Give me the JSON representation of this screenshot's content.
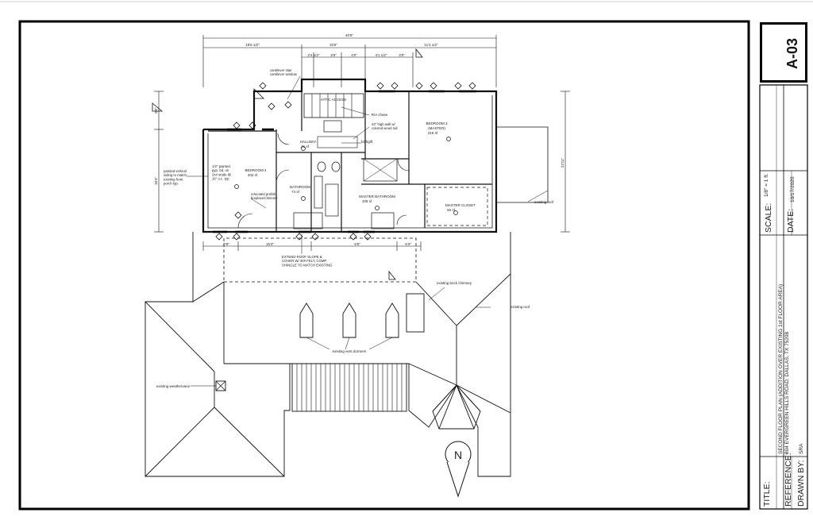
{
  "sheet": {
    "number": "A-03"
  },
  "title_block": {
    "title_label": "TITLE:",
    "title_value": "SECOND FLOOR PLAN (ADDITION OVER EXISTING 1st FLOOR AREA)",
    "reference_label": "REFERENCE:",
    "reference_value": "804 EVERGREEN HILLS ROAD, DALLAS, TX 75208",
    "drawn_by_label": "DRAWN BY:",
    "drawn_by_value": "SRA",
    "scale_label": "SCALE:",
    "scale_value": "1/8\" = 1 ft.",
    "date_label": "DATE:",
    "date_value": "10/17/2020"
  },
  "plan": {
    "overall_width": "40'6\"",
    "dim_left": "18'6 1/2\"",
    "dim_mid": "10'6\"",
    "dim_right": "11'4 1/2\"",
    "dim_a": "2'4 1/2\"",
    "dim_b": "3'6\"",
    "dim_c": "4'0\"",
    "dim_d": "4'1 1/2\"",
    "dim_e": "3'0\"",
    "dim_side_right": "22'11\"",
    "dim_side_left": "18'4\"",
    "dim_side_top": "6'0\"",
    "dim_bottom_1": "7'8\"",
    "dim_bottom_2": "15'4\"",
    "dim_bottom_3": "5'6\"",
    "dim_bottom_4": "5'3\"",
    "note_stair": "cantilever stair\ncantilever window",
    "note_attic": "ATTIC ACCESS",
    "note_chase": "R/A chase",
    "note_wall": "42\" high wall w/\ncolored wood rail",
    "note_laundry": "fold/gift",
    "bedroom3_name": "BEDROOM 3",
    "bedroom3_sub": "(MASTER)",
    "bedroom3_area": "218 sf",
    "hallway_name": "HALLWAY",
    "hallway_area": "41 sf",
    "bedroom4_name": "BEDROOM 4",
    "bedroom4_area": "202 sf",
    "bathroom_name": "BATHROOM",
    "bathroom_area": "74 sf",
    "master_bath_name": "MASTER BATHROOM",
    "master_bath_area": "109 sf",
    "master_closet_name": "MASTER CLOSET",
    "master_closet_area": "60 sf",
    "note_siding_left": "painted vertical\nsiding to match\nexisting front\nporch typ.",
    "note_wall_section": "1/2\" painted\ngyp. bd. on\n2x4 studs @\n16\" o.c. typ.",
    "note_relocated": "relocated prefab\nfireplace/chimney",
    "note_existing_roof_right": "existing roof",
    "note_extend_roof": "EXTEND ROOF SLOPE &\nCOVER W/ 30# FELT, COMP.\nSHINGLE TO MATCH EXISTING",
    "note_chimney": "existing brick\nchimney",
    "note_existing_roof": "existing roof",
    "note_dormers": "existing vent dormers",
    "note_weathervane": "existing weathervane",
    "north": "N"
  },
  "colors": {
    "ink": "#111111",
    "paper": "#ffffff",
    "light_line": "#444444"
  }
}
